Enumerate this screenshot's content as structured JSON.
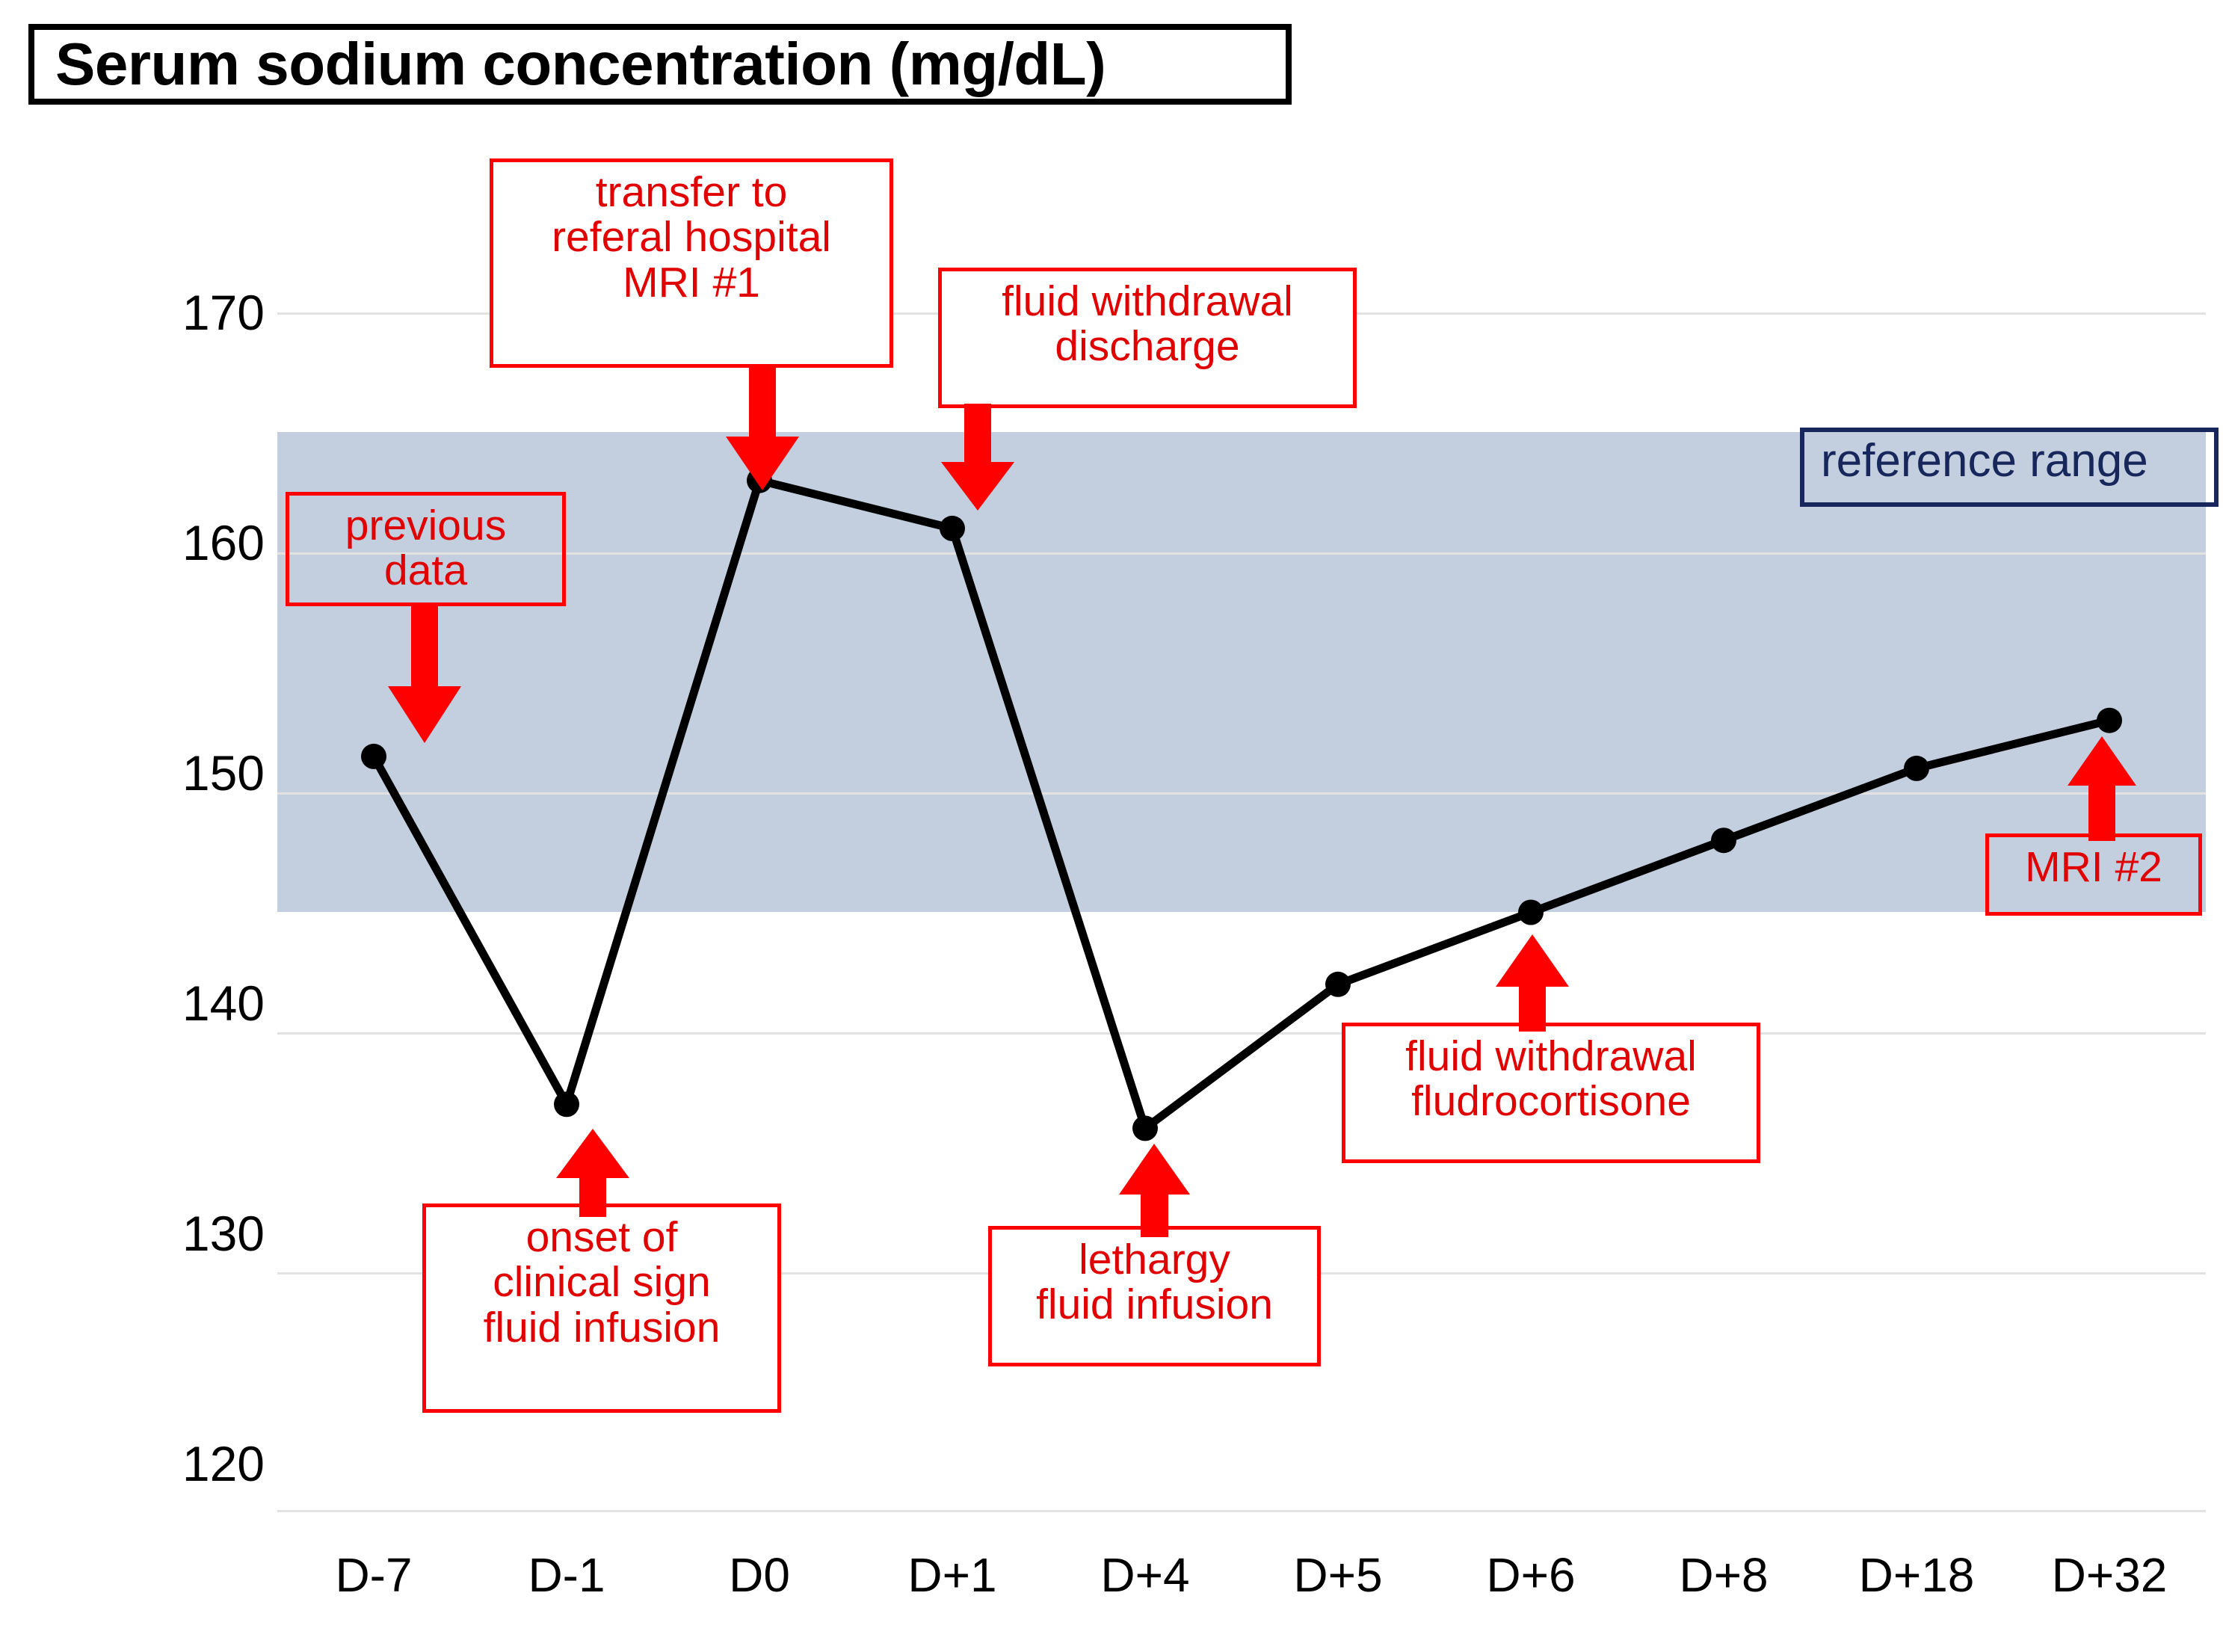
{
  "title": "Serum sodium concentration  (mg/dL)",
  "chart_data": {
    "type": "line",
    "title": "Serum sodium concentration  (mg/dL)",
    "xlabel": "",
    "ylabel": "",
    "ylim": [
      120,
      170
    ],
    "yticks": [
      120,
      130,
      140,
      150,
      160,
      170
    ],
    "grid": true,
    "legend": "none",
    "categories": [
      "D-7",
      "D-1",
      "D0",
      "D+1",
      "D+4",
      "D+5",
      "D+6",
      "D+8",
      "D+18",
      "D+32"
    ],
    "values": [
      151.5,
      137,
      163,
      161,
      136,
      142,
      145,
      148,
      151,
      153
    ],
    "series": [
      {
        "name": "serum sodium",
        "values": [
          151.5,
          137,
          163,
          161,
          136,
          142,
          145,
          148,
          151,
          153
        ],
        "color": "#000000",
        "marker": "circle"
      }
    ],
    "shaded_band": {
      "label": "reference range",
      "from": 145,
      "to": 165,
      "color": "#c3cede"
    },
    "annotations": [
      {
        "id": "previous-data",
        "text": [
          "previous",
          "data"
        ],
        "point": "D-7",
        "arrow": "down"
      },
      {
        "id": "onset-clinical-sign",
        "text": [
          "onset of",
          "clinical sign",
          "fluid infusion"
        ],
        "point": "D-1",
        "arrow": "up"
      },
      {
        "id": "transfer-referal",
        "text": [
          "transfer to",
          "referal hospital",
          "MRI #1"
        ],
        "point": "D0",
        "arrow": "down"
      },
      {
        "id": "fluid-withdrawal-discharge",
        "text": [
          "fluid withdrawal",
          "discharge"
        ],
        "point": "D+1",
        "arrow": "down"
      },
      {
        "id": "lethargy-fluid-infusion",
        "text": [
          "lethargy",
          "fluid infusion"
        ],
        "point": "D+4",
        "arrow": "up"
      },
      {
        "id": "fluid-withdrawal-fludrocortisone",
        "text": [
          "fluid withdrawal",
          "fludrocortisone"
        ],
        "point": "D+6",
        "arrow": "up"
      },
      {
        "id": "mri-2",
        "text": [
          "MRI #2"
        ],
        "point": "D+32",
        "arrow": "up"
      }
    ]
  },
  "yticks": {
    "t170": "170",
    "t160": "160",
    "t150": "150",
    "t140": "140",
    "t130": "130",
    "t120": "120"
  },
  "xticks": {
    "x0": "D-7",
    "x1": "D-1",
    "x2": "D0",
    "x3": "D+1",
    "x4": "D+4",
    "x5": "D+5",
    "x6": "D+6",
    "x7": "D+8",
    "x8": "D+18",
    "x9": "D+32"
  },
  "annotations": {
    "previous_data": {
      "l1": "previous",
      "l2": "data"
    },
    "onset": {
      "l1": "onset of",
      "l2": "clinical sign",
      "l3": "fluid infusion"
    },
    "transfer": {
      "l1": "transfer to",
      "l2": "referal hospital",
      "l3": "MRI #1"
    },
    "discharge": {
      "l1": "fluid withdrawal",
      "l2": "discharge"
    },
    "lethargy": {
      "l1": "lethargy",
      "l2": "fluid infusion"
    },
    "fludrocortisone": {
      "l1": "fluid withdrawal",
      "l2": "fludrocortisone"
    },
    "mri2": {
      "l1": "MRI #2"
    },
    "reference_range": {
      "l1": "reference range"
    }
  },
  "colors": {
    "annotation_red": "#e00000",
    "annotation_border": "#ff0000",
    "band": "#c3cede",
    "reference_text": "#17275c",
    "series": "#000000",
    "grid": "#e2e2e2"
  }
}
